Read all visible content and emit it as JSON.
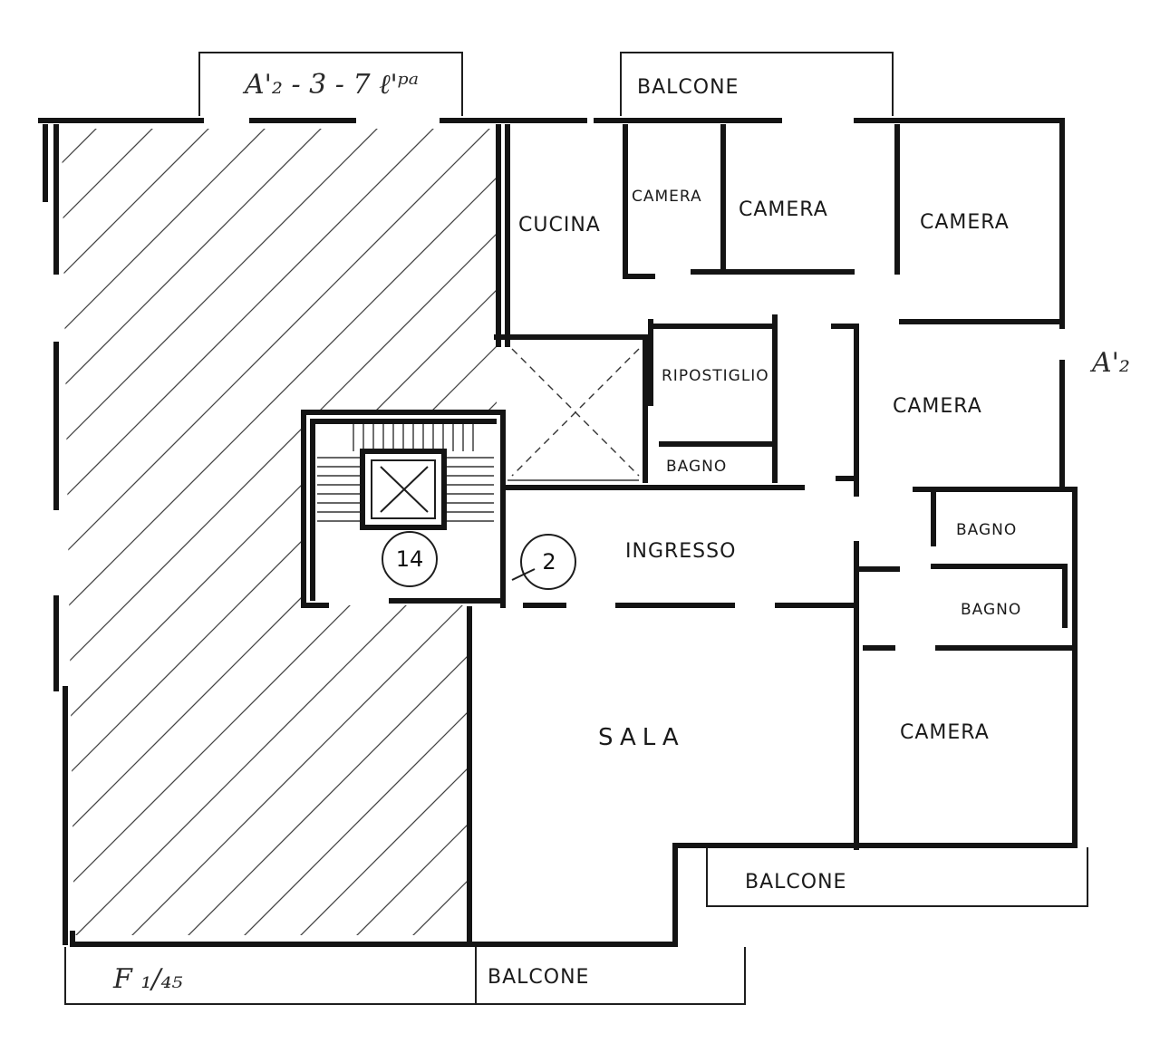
{
  "plan": {
    "unit_numbers": {
      "stair_unit": "14",
      "apartment_unit": "2"
    },
    "rooms": {
      "cucina": "CUCINA",
      "camera_small": "CAMERA",
      "camera_top_middle": "CAMERA",
      "camera_top_right": "CAMERA",
      "ripostiglio": "RIPOSTIGLIO",
      "bagno_center": "BAGNO",
      "camera_right": "CAMERA",
      "ingresso": "INGRESSO",
      "bagno_right_upper": "BAGNO",
      "bagno_right_lower": "BAGNO",
      "sala": "SALA",
      "camera_bottom_right": "CAMERA"
    },
    "balconies": {
      "top": "BALCONE",
      "bottom_right": "BALCONE",
      "bottom": "BALCONE"
    },
    "handwritten": {
      "top_left_note": "A'₂ - 3 - 7 ℓ'ᵖᵃ",
      "right_note": "A'₂",
      "bottom_left_note": "F ₁/₄₅"
    }
  }
}
